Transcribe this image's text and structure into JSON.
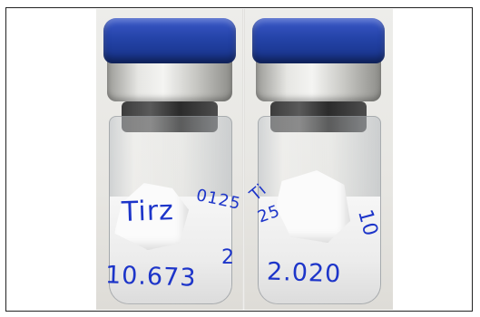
{
  "image": {
    "left_vial": {
      "label_name": "Tirz",
      "label_value": "10.673",
      "side_marks": [
        "0125",
        "2"
      ]
    },
    "right_vial": {
      "label_value": "2.020",
      "side_marks": [
        "Ti",
        "25",
        "10"
      ]
    }
  },
  "colors": {
    "cap_blue": "#2443a8",
    "ink_blue": "#1d35c9",
    "powder_white": "#f6f6f6"
  }
}
